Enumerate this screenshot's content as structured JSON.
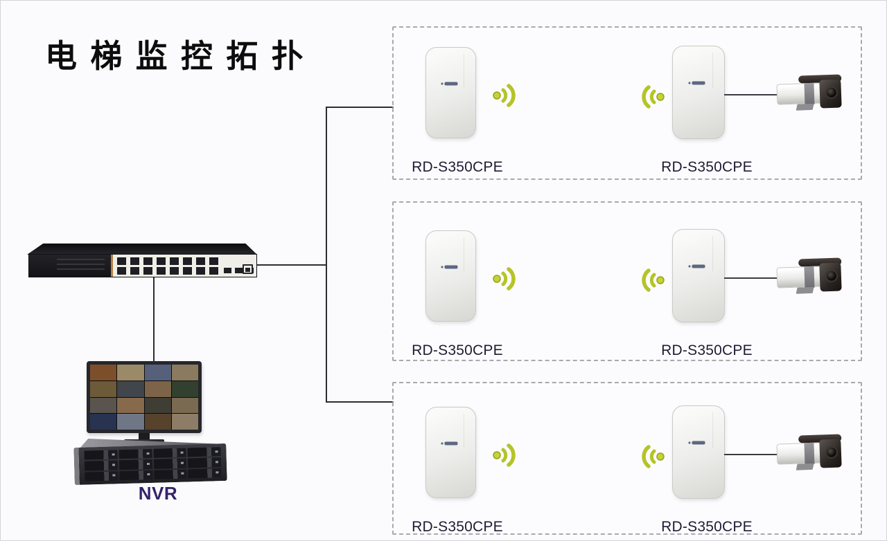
{
  "title": "电梯监控拓扑",
  "nvr": {
    "label": "NVR"
  },
  "groups": [
    {
      "left": {
        "label": "RD-S350CPE"
      },
      "right": {
        "label": "RD-S350CPE"
      }
    },
    {
      "left": {
        "label": "RD-S350CPE"
      },
      "right": {
        "label": "RD-S350CPE"
      }
    },
    {
      "left": {
        "label": "RD-S350CPE"
      },
      "right": {
        "label": "RD-S350CPE"
      }
    }
  ],
  "icons": {
    "wifi_signal": "dot-with-two-arcs",
    "camera": "bullet-camera",
    "switch": "24-port-poe-switch",
    "nvr_storage": "12-bay-rack"
  },
  "colors": {
    "wifi_green": "#b4c428",
    "wifi_green_dark": "#93a31c",
    "connector_line": "#2c2c34",
    "dashed_border": "#a8a8b0",
    "label_text": "#1f1b33",
    "title_text": "#0d0d0d",
    "nvr_label_text": "#34246a"
  }
}
